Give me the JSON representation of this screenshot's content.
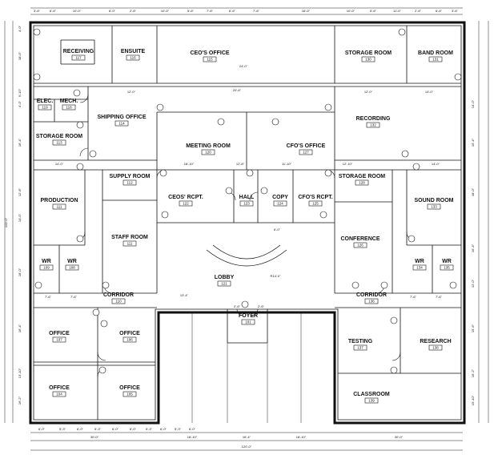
{
  "rooms": [
    {
      "name": "RECEIVING",
      "number": "117"
    },
    {
      "name": "ENSUITE",
      "number": "116"
    },
    {
      "name": "CEO'S OFFICE",
      "number": "115"
    },
    {
      "name": "STORAGE ROOM",
      "number": "130"
    },
    {
      "name": "BAND ROOM",
      "number": "131"
    },
    {
      "name": "ELEC.",
      "number": "119"
    },
    {
      "name": "MECH.",
      "number": "118"
    },
    {
      "name": "SHIPPING OFFICE",
      "number": "114"
    },
    {
      "name": "STORAGE ROOM",
      "number": "113"
    },
    {
      "name": "MEETING ROOM",
      "number": "120"
    },
    {
      "name": "CFO'S OFFICE",
      "number": "127"
    },
    {
      "name": "RECORDING",
      "number": "132"
    },
    {
      "name": "PRODUCTION",
      "number": "111"
    },
    {
      "name": "SUPPLY ROOM",
      "number": "112"
    },
    {
      "name": "CEOS' RCPT.",
      "number": "122"
    },
    {
      "name": "HALL",
      "number": "123"
    },
    {
      "name": "COPY",
      "number": "124"
    },
    {
      "name": "CFO'S RCPT.",
      "number": "125"
    },
    {
      "name": "STORAGE ROOM",
      "number": "128"
    },
    {
      "name": "SOUND ROOM",
      "number": "133"
    },
    {
      "name": "STAFF ROOM",
      "number": "111"
    },
    {
      "name": "CONFERENCE",
      "number": "126"
    },
    {
      "name": "WR",
      "number": "109"
    },
    {
      "name": "WR",
      "number": "108"
    },
    {
      "name": "WR",
      "number": "134"
    },
    {
      "name": "WR",
      "number": "135"
    },
    {
      "name": "LOBBY",
      "number": "121"
    },
    {
      "name": "CORRIDOR",
      "number": "110"
    },
    {
      "name": "CORRIDOR",
      "number": "136"
    },
    {
      "name": "FOYER",
      "number": "101"
    },
    {
      "name": "OFFICE",
      "number": "107"
    },
    {
      "name": "OFFICE",
      "number": "106"
    },
    {
      "name": "TESTING",
      "number": "137"
    },
    {
      "name": "RESEARCH",
      "number": "138"
    },
    {
      "name": "OFFICE",
      "number": "104"
    },
    {
      "name": "OFFICE",
      "number": "105"
    },
    {
      "name": "CLASSROOM",
      "number": "139"
    }
  ],
  "dimensions": {
    "top": [
      "3'-6\"",
      "6'-6\"",
      "10'-0\"",
      "6'-0\"",
      "2'-6\"",
      "10'-0\"",
      "5'-6\"",
      "7'-6\"",
      "6'-6\"",
      "7'-6\"",
      "16'-0\"",
      "10'-0\"",
      "5'-6\"",
      "11'-0\"",
      "2'-6\"",
      "6'-6\"",
      "3'-6\""
    ],
    "bottom_row1": [
      "6'-0\"",
      "5'-3\"",
      "6'-0\"",
      "5'-3\"",
      "6'-0\"",
      "6'-0\"",
      "5'-3\"",
      "6'-0\"",
      "5'-3\"",
      "6'-0\""
    ],
    "bottom_row2": [
      "30'-0\"",
      "16'-10\"",
      "16'-4\"",
      "16'-10\"",
      "30'-0\""
    ],
    "overall_width": "120'-0\"",
    "overall_height": "110'-0\"",
    "left": [
      "4'-0\"",
      "18'-0\"",
      "9'-10\"",
      "4'-0\"",
      "16'-4\"",
      "12'-8\"",
      "14'-0\"",
      "18'-0\"",
      "16'-4\"",
      "13'-10\"",
      "16'-2\""
    ],
    "right": [
      "14'-0\"",
      "16'-4\"",
      "18'-0\"",
      "16'-4\"",
      "12'-0\"",
      "15'-6\"",
      "16'-2\"",
      "15'-10\""
    ],
    "interior": [
      "12'-0\"",
      "20'-6\"",
      "24'-0\"",
      "14'-0\"",
      "14'-0\"",
      "12'-0\"",
      "14'-0\"",
      "18'-10\"",
      "12'-8\"",
      "11'-10\"",
      "12'-10\"",
      "7'-6\"",
      "7'-6\"",
      "7'-6\"",
      "7'-6\"",
      "13'-4\"",
      "R14'-0\"",
      "6'-0\"",
      "2'-6\"",
      "2'-6\""
    ]
  }
}
